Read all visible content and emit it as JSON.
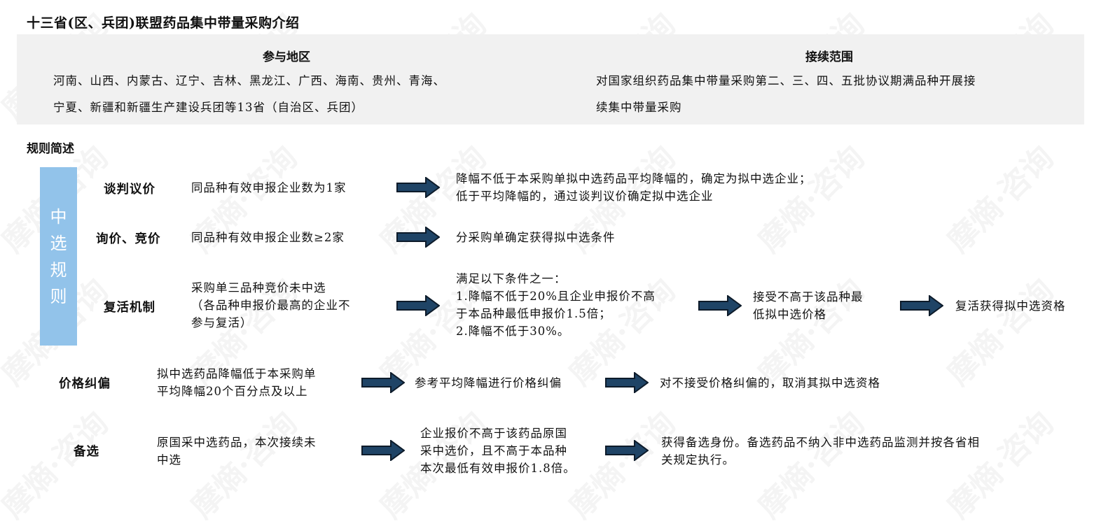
{
  "title": "十三省(区、兵团)联盟药品集中带量采购介绍",
  "intro_panel": {
    "left": {
      "heading": "参与地区",
      "lines": [
        "河南、山西、内蒙古、辽宁、吉林、黑龙江、广西、海南、贵州、青海、",
        "宁夏、新疆和新疆生产建设兵团等13省（自治区、兵团）"
      ]
    },
    "right": {
      "heading": "接续范围",
      "lines": [
        "对国家组织药品集中带量采购第二、三、四、五批协议期满品种开展接",
        "续集中带量采购"
      ]
    }
  },
  "section_title": "规则简述",
  "selection_rules": {
    "group_label": [
      "中",
      "选",
      "规",
      "则"
    ],
    "rows": [
      {
        "label": "谈判议价",
        "condition": [
          "同品种有效申报企业数为1家"
        ],
        "result": [
          "降幅不低于本采购单拟中选药品平均降幅的，确定为拟中选企业；",
          "低于平均降幅的，通过谈判议价确定拟中选企业"
        ]
      },
      {
        "label": "询价、竞价",
        "condition": [
          "同品种有效申报企业数≥2家"
        ],
        "result": [
          "分采购单确定获得拟中选条件"
        ]
      },
      {
        "label": "复活机制",
        "condition": [
          "采购单三品种竞价未中选",
          "（各品种申报价最高的企业不",
          "参与复活）"
        ],
        "result": [
          "满足以下条件之一：",
          "1.降幅不低于20%且企业申报价不高",
          "于本品种最低申报价1.5倍；",
          "2.降幅不低于30%。"
        ],
        "step2": [
          "接受不高于该品种最",
          "低拟中选价格"
        ],
        "step3": [
          "复活获得拟中选资格"
        ]
      }
    ]
  },
  "price_correction": {
    "label": "价格纠偏",
    "condition": [
      "拟中选药品降幅低于本采购单",
      "平均降幅20个百分点及以上"
    ],
    "step2": [
      "参考平均降幅进行价格纠偏"
    ],
    "step3": [
      "对不接受价格纠偏的，取消其拟中选资格"
    ]
  },
  "backup": {
    "label": "备选",
    "condition": [
      "原国采中选药品，本次接续未",
      "中选"
    ],
    "step2": [
      "企业报价不高于该药品原国",
      "采中选价，且不高于本品种",
      "本次最低有效申报价1.8倍。"
    ],
    "step3": [
      "获得备选身份。备选药品不纳入非中选药品监测并按各省相",
      "关规定执行。"
    ]
  },
  "colors": {
    "panel_bg": "#f1f1f1",
    "group_bar": "#92c3ea",
    "arrow_fill": "#1f4466",
    "arrow_stroke": "#0d1b2a"
  },
  "watermark": "摩熵·咨询"
}
